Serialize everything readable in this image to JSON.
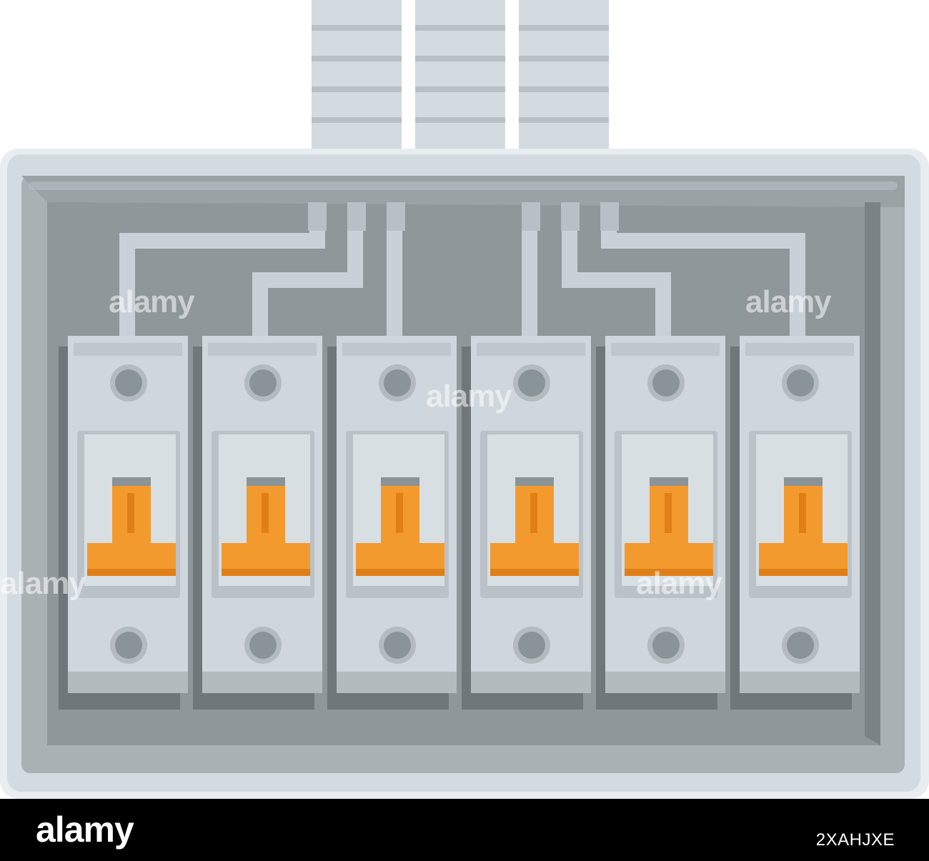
{
  "scene": {
    "subject": "breaker-panel",
    "breaker_count": 6,
    "conduit_count": 3,
    "toggle_state": "down"
  },
  "colors": {
    "box_outer": "#d3dbe0",
    "box_inner": "#8f979b",
    "box_shadow": "#7a8286",
    "wire": "#c9d1d6",
    "breaker_body": "#cfd7dc",
    "breaker_shade": "#b3bbbf",
    "toggle_orange": "#f39a2e",
    "toggle_dark": "#e07f17",
    "screw": "#8a9398",
    "footer_bg": "#000000"
  },
  "watermark": {
    "label": "alamy"
  },
  "footer": {
    "logo": "alamy",
    "image_id": "2XAHJXE"
  }
}
